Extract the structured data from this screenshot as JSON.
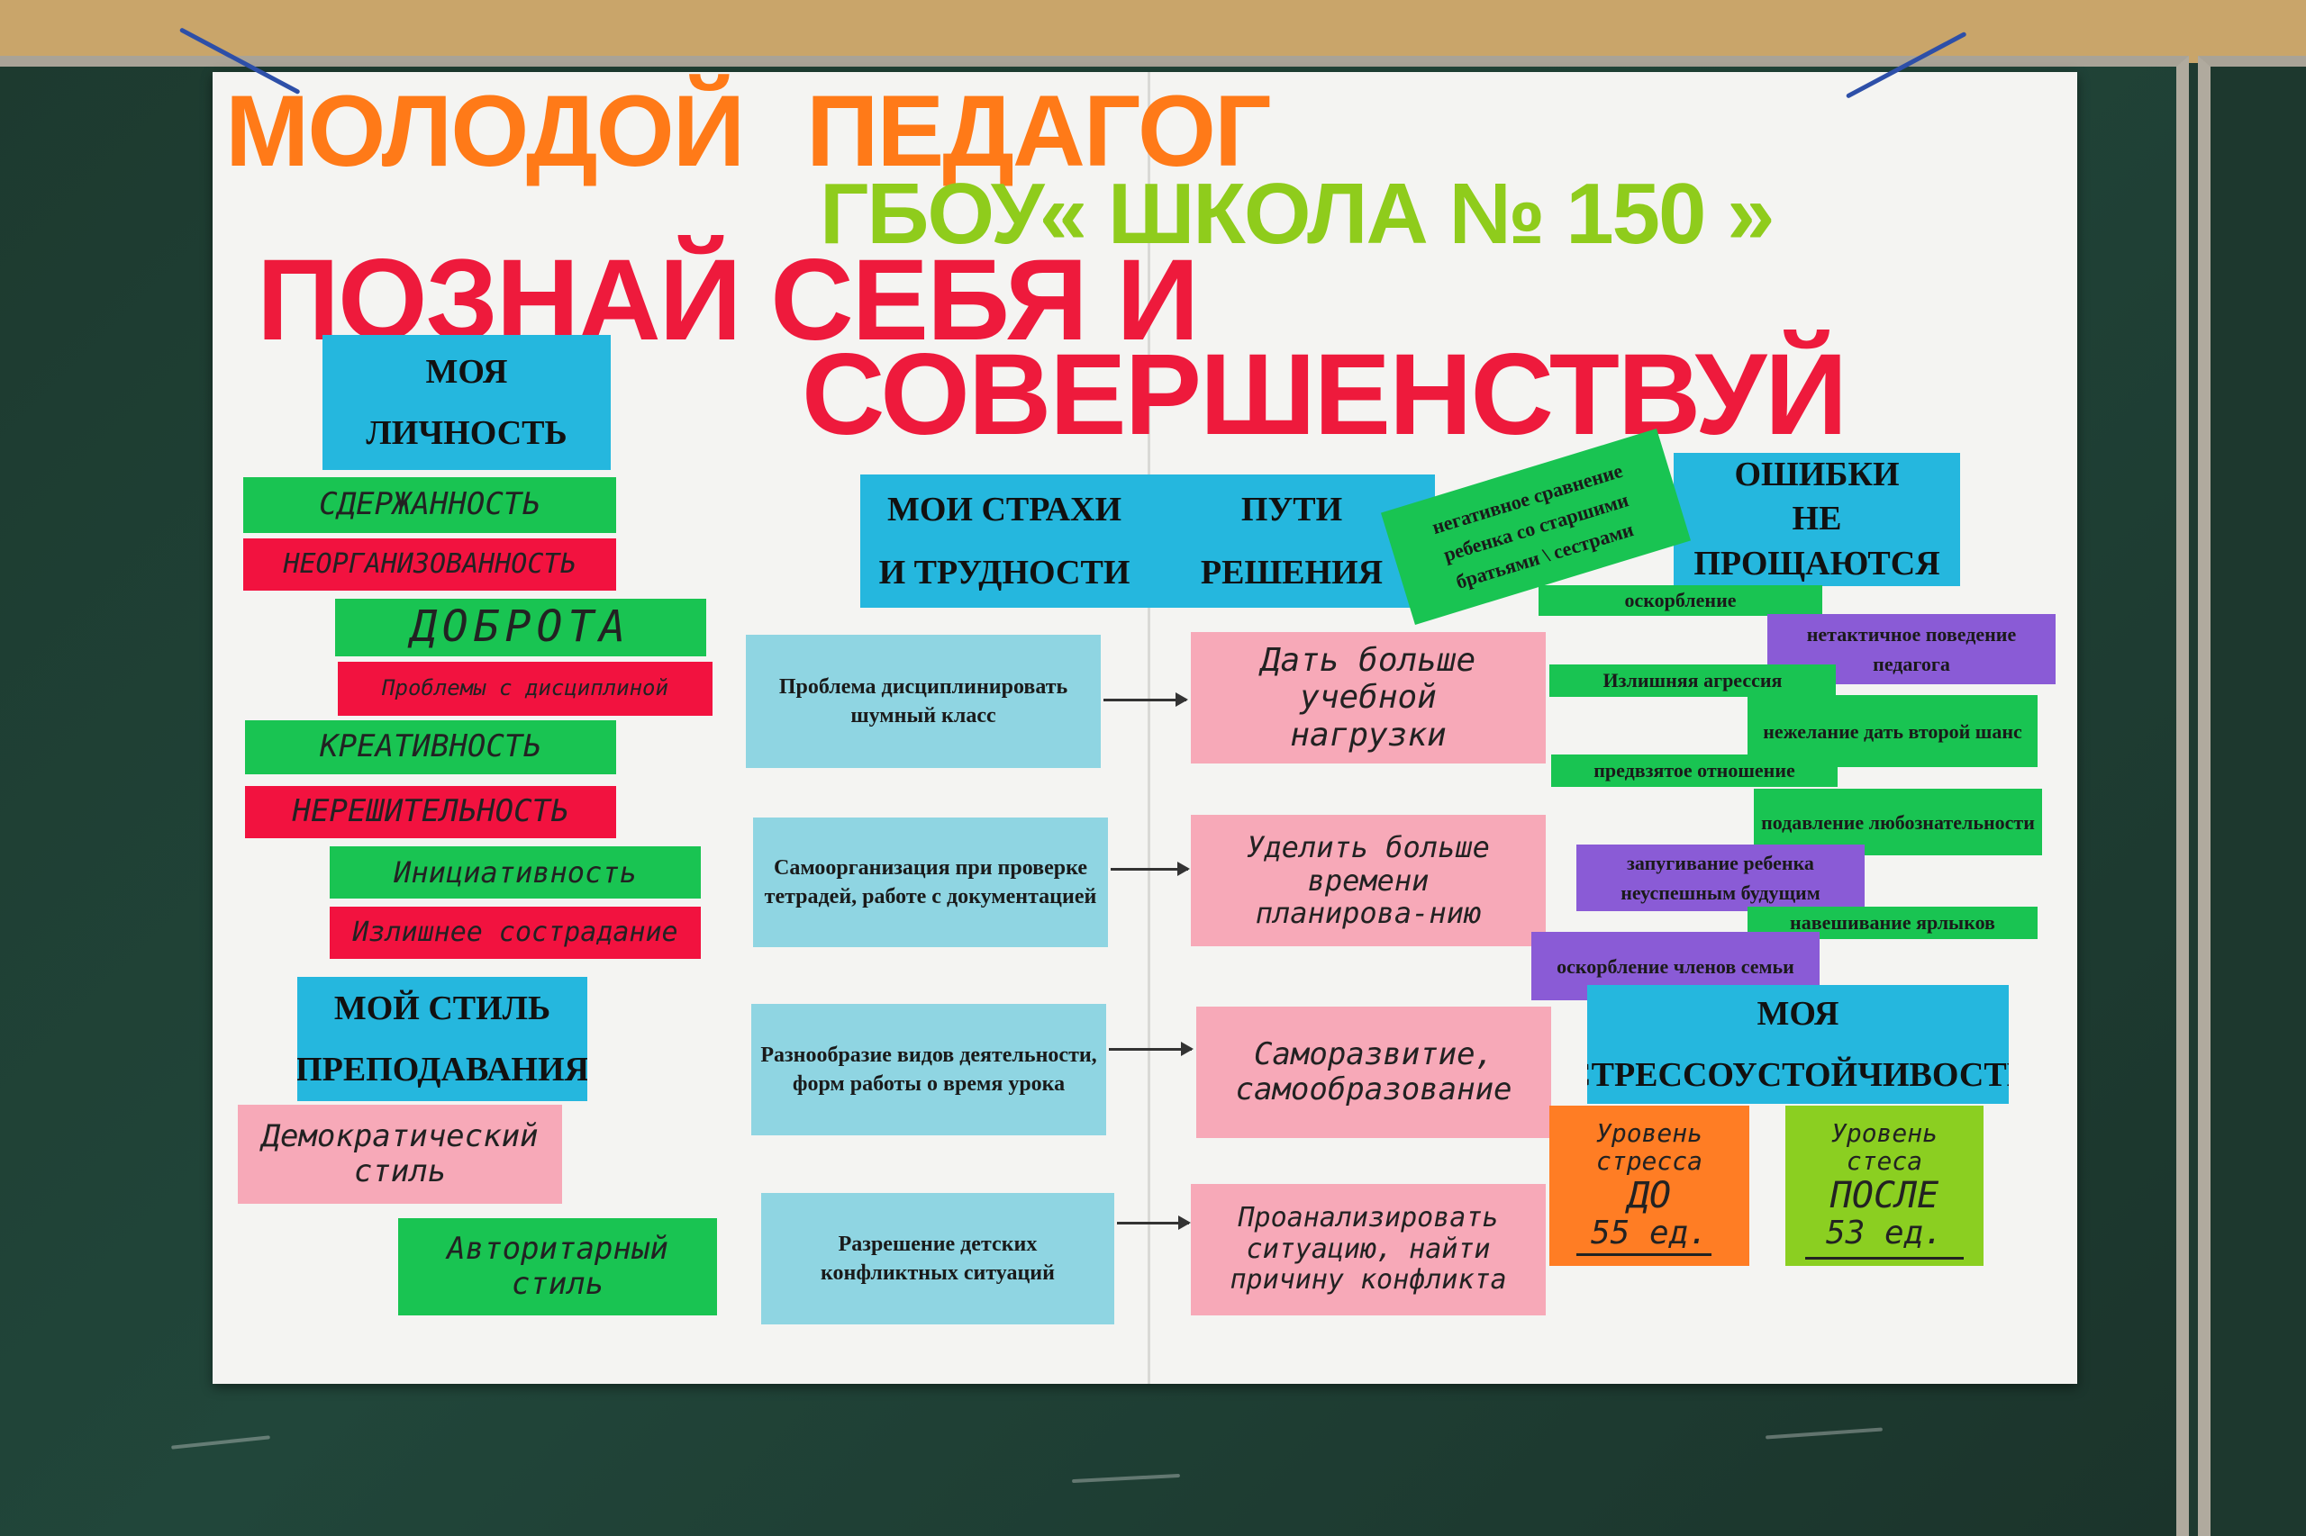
{
  "colors": {
    "board": "#1f3a30",
    "poster": "#f4f4f2",
    "orange_title": "#ff7a18",
    "green_title": "#8fcc1c",
    "red_title": "#ee1a3c",
    "header_blue": "#25b7de",
    "card_green": "#19c452",
    "card_red": "#f2123f",
    "card_lightblue": "#8fd5e2",
    "card_pink": "#f7a9b8",
    "card_violet": "#8a5bd6"
  },
  "titles": {
    "line1_a": "МОЛОДОЙ",
    "line1_b": "ПЕДАГОГ",
    "line2": "ГБОУ« ШКОЛА № 150 »",
    "line3_a": "ПОЗНАЙ СЕБЯ И",
    "line3_b": "СОВЕРШЕНСТВУЙ"
  },
  "personality": {
    "header_line1": "МОЯ",
    "header_line2": "ЛИЧНОСТЬ",
    "traits": [
      "СДЕРЖАННОСТЬ",
      "НЕОРГАНИЗОВАННОСТЬ",
      "ДОБРОТА",
      "Проблемы с дисциплиной",
      "КРЕАТИВНОСТЬ",
      "НЕРЕШИТЕЛЬНОСТЬ",
      "Инициативность",
      "Излишнее сострадание"
    ]
  },
  "style": {
    "header_line1": "МОЙ СТИЛЬ",
    "header_line2": "ПРЕПОДАВАНИЯ",
    "items": [
      "Демократический стиль",
      "Авторитарный стиль"
    ]
  },
  "fears": {
    "header_line1": "МОИ СТРАХИ",
    "header_line2": "И ТРУДНОСТИ",
    "items": [
      "Проблема дисциплинировать шумный класс",
      "Самоорганизация при проверке тетрадей, работе с документацией",
      "Разнообразие видов деятельности, форм работы о время урока",
      "Разрешение детских конфликтных ситуаций"
    ]
  },
  "solutions": {
    "header_line1": "ПУТИ",
    "header_line2": "РЕШЕНИЯ",
    "items": [
      "Дать больше учебной нагрузки",
      "Уделить больше времени планирова-нию",
      "Саморазвитие, самообразование",
      "Проанализировать ситуацию, найти причину конфликта"
    ]
  },
  "errors": {
    "header_line1": "ОШИБКИ",
    "header_line2": "НЕ",
    "header_line3": "ПРОЩАЮТСЯ",
    "tilted_note": "негативное сравнение ребенка со старшими братьями \\ сестрами",
    "items": [
      "оскорбление",
      "нетактичное поведение педагога",
      "Излишняя агрессия",
      "нежелание дать второй шанс",
      "предвзятое отношение",
      "подавление любознательности",
      "запугивание ребенка неуспешным будущим",
      "навешивание ярлыков",
      "оскорбление членов семьи"
    ]
  },
  "stress": {
    "header_line1": "МОЯ",
    "header_line2": "СТРЕССОУСТОЙЧИВОСТЬ",
    "before": {
      "line1": "Уровень",
      "line2": "стресса",
      "line3": "ДО",
      "value": "55 ед."
    },
    "after": {
      "line1": "Уровень",
      "line2": "стеса",
      "line3": "ПОСЛЕ",
      "value": "53 ед."
    }
  }
}
